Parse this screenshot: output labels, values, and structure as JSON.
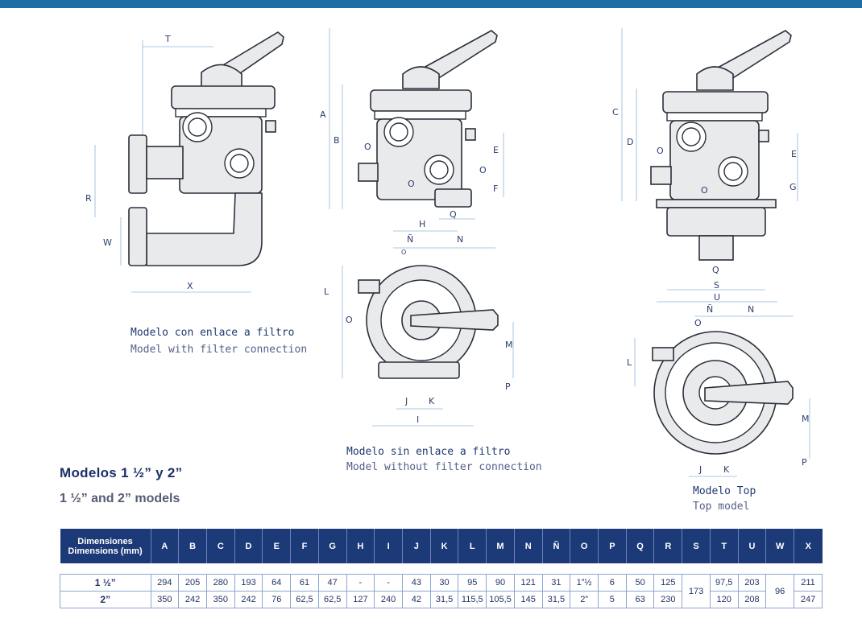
{
  "captions": {
    "model_filter_es": "Modelo con enlace a filtro",
    "model_filter_en": "Model with filter connection",
    "model_nofilter_es": "Modelo sin enlace a filtro",
    "model_nofilter_en": "Model without filter connection",
    "model_top_es": "Modelo Top",
    "model_top_en": "Top model"
  },
  "section_title": "Modelos 1 ½” y 2”",
  "section_subtitle": "1 ½” and 2” models",
  "dimension_letters": {
    "d1": [
      "T",
      "R",
      "W",
      "X"
    ],
    "d2": [
      "A",
      "B",
      "O",
      "O",
      "E",
      "O",
      "F",
      "H",
      "Q",
      "Ñ",
      "N",
      "O",
      "L",
      "O",
      "M",
      "P",
      "J",
      "K",
      "I"
    ],
    "d3": [
      "C",
      "D",
      "O",
      "O",
      "E",
      "G",
      "Q",
      "S",
      "U",
      "Ñ",
      "N",
      "O",
      "L",
      "M",
      "P",
      "J",
      "K"
    ]
  },
  "table": {
    "header_es": "Dimensiones",
    "header_en": "Dimensions (mm)",
    "columns": [
      "A",
      "B",
      "C",
      "D",
      "E",
      "F",
      "G",
      "H",
      "I",
      "J",
      "K",
      "L",
      "M",
      "N",
      "Ñ",
      "O",
      "P",
      "Q",
      "R",
      "S",
      "T",
      "U",
      "W",
      "X"
    ],
    "rows": [
      {
        "label": "1 ½”",
        "values": [
          "294",
          "205",
          "280",
          "193",
          "64",
          "61",
          "47",
          "-",
          "-",
          "43",
          "30",
          "95",
          "90",
          "121",
          "31",
          "1”½",
          "6",
          "50",
          "125",
          "",
          "97,5",
          "203",
          "",
          "211"
        ]
      },
      {
        "label": "2”",
        "values": [
          "350",
          "242",
          "350",
          "242",
          "76",
          "62,5",
          "62,5",
          "127",
          "240",
          "42",
          "31,5",
          "115,5",
          "105,5",
          "145",
          "31,5",
          "2”",
          "5",
          "63",
          "230",
          "",
          "120",
          "208",
          "",
          "247"
        ]
      }
    ],
    "merged": {
      "S": "173",
      "W": "96"
    }
  }
}
